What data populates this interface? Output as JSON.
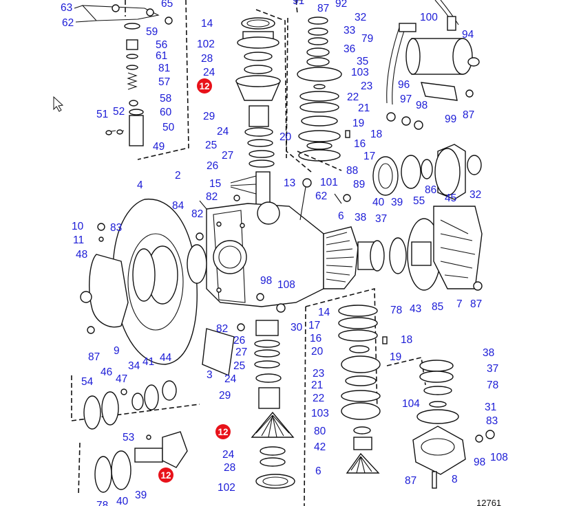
{
  "figure_number": "12761",
  "highlight_color": "#e8121a",
  "label_color": "#1a1ad6",
  "badge_text": "12",
  "cursor_icon": "mouse-pointer-arrow",
  "labels": [
    "63",
    "62",
    "59",
    "56",
    "61",
    "81",
    "57",
    "58",
    "60",
    "51",
    "52",
    "50",
    "49",
    "14",
    "102",
    "28",
    "24",
    "29",
    "24",
    "25",
    "27",
    "26",
    "15",
    "13",
    "91",
    "87",
    "92",
    "32",
    "33",
    "79",
    "36",
    "35",
    "103",
    "23",
    "22",
    "21",
    "19",
    "18",
    "16",
    "20",
    "17",
    "100",
    "94",
    "96",
    "97",
    "98",
    "99",
    "87",
    "88",
    "89",
    "101",
    "62",
    "4",
    "2",
    "82",
    "84",
    "82",
    "83",
    "10",
    "11",
    "48",
    "87",
    "9",
    "40",
    "39",
    "55",
    "86",
    "45",
    "32",
    "6",
    "38",
    "37",
    "78",
    "43",
    "85",
    "7",
    "87",
    "98",
    "108",
    "82",
    "30",
    "26",
    "27",
    "25",
    "24",
    "29",
    "3",
    "14",
    "17",
    "16",
    "20",
    "23",
    "21",
    "22",
    "103",
    "80",
    "42",
    "6",
    "18",
    "19",
    "38",
    "37",
    "78",
    "104",
    "31",
    "83",
    "98",
    "108",
    "87",
    "8",
    "54",
    "46",
    "47",
    "34",
    "41",
    "44",
    "53",
    "39",
    "40",
    "78",
    "24",
    "28",
    "102",
    "65"
  ]
}
